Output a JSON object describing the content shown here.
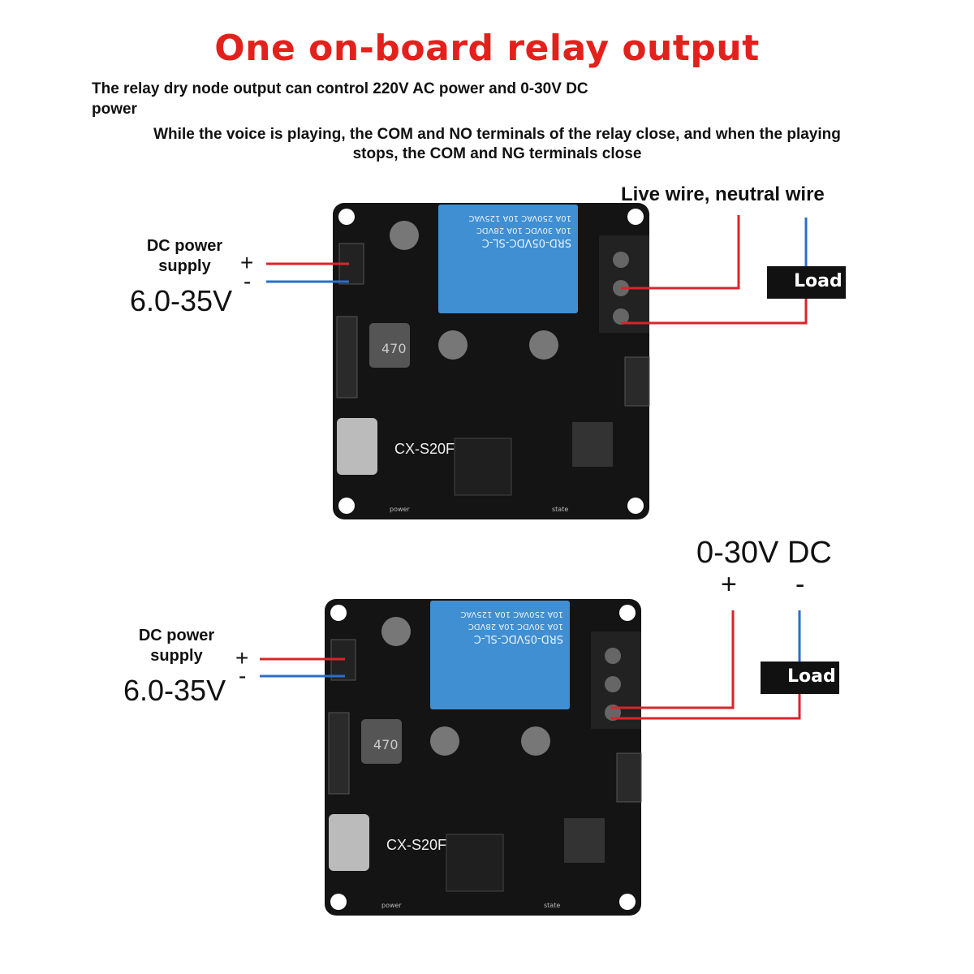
{
  "title": "One on-board relay output",
  "description": {
    "line1": "The relay dry node output can control 220V AC power and 0-30V DC",
    "line1_cont": "power",
    "line2": "While the voice is playing, the COM and NO terminals of the relay close, and when the playing",
    "line2_cont": "stops, the COM and NG terminals close"
  },
  "diagram_ac": {
    "mains_label": "Live wire, neutral wire",
    "supply_label_1": "DC power",
    "supply_label_2": "supply",
    "supply_voltage": "6.0-35V",
    "plus": "+",
    "minus": "-",
    "load_label": "Load"
  },
  "diagram_dc": {
    "dc_label": "0-30V DC",
    "dc_plus": "+",
    "dc_minus": "-",
    "supply_label_1": "DC power",
    "supply_label_2": "supply",
    "supply_voltage": "6.0-35V",
    "plus": "+",
    "minus": "-",
    "load_label": "Load"
  },
  "board": {
    "model": "CX-S20F",
    "relay_model": "SRD-05VDC-SL-C",
    "relay_rating_1": "10A 250VAC 10A 125VAC",
    "relay_rating_2": "10A 30VDC 10A 28VDC",
    "inductor": "470",
    "pin_power": "power",
    "pin_state": "state"
  },
  "colors": {
    "title": "#e3211c",
    "wire_positive": "#d9252a",
    "wire_negative": "#2a6fc9",
    "relay": "#3f8fd2",
    "pcb": "#141414"
  }
}
